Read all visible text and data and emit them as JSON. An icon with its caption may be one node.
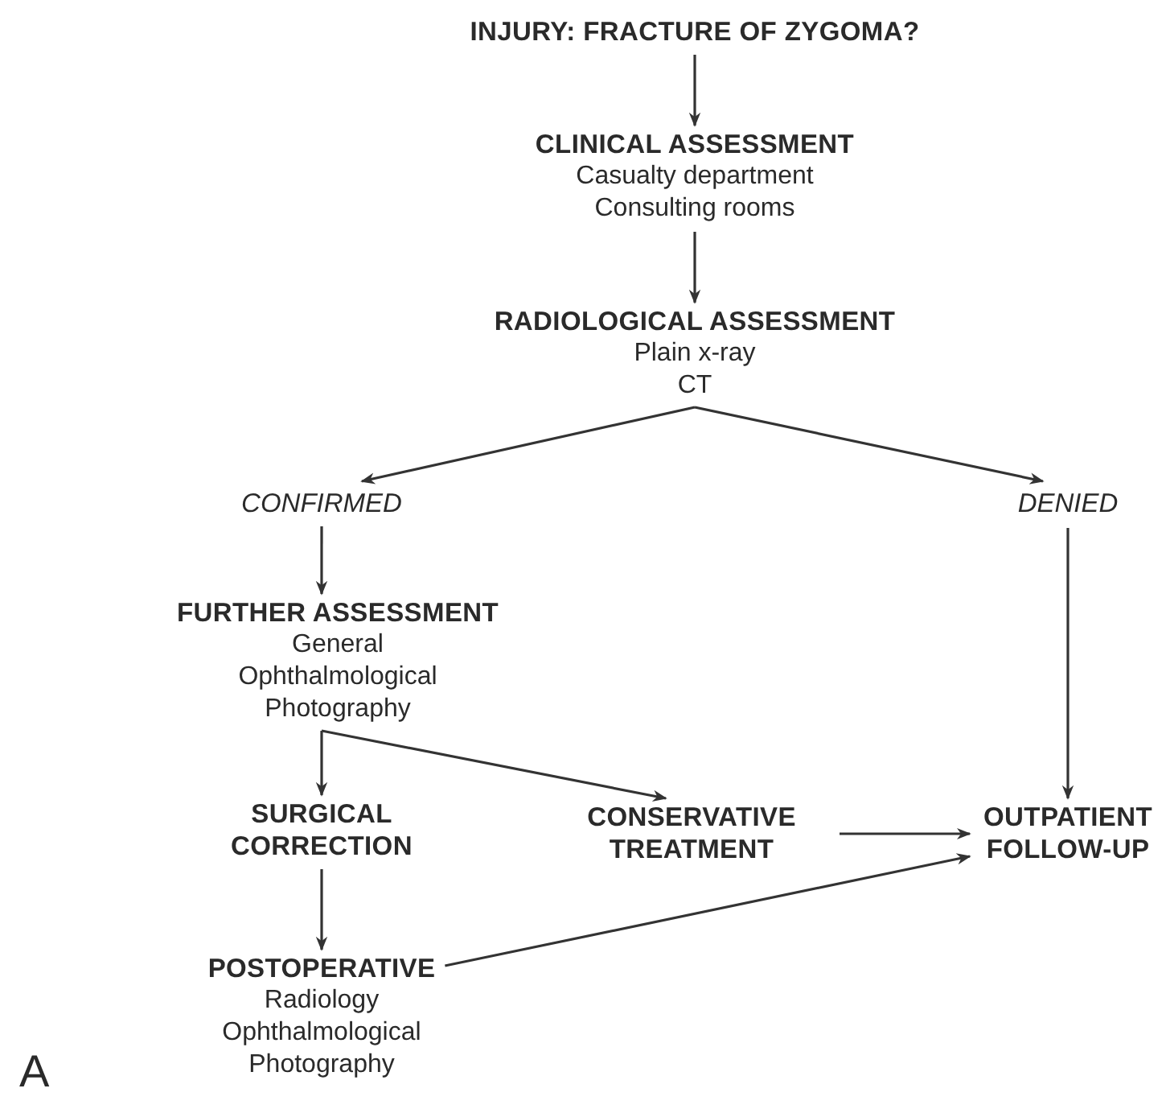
{
  "diagram": {
    "nodes": [
      {
        "text": [
          "INJURY: FRACTURE OF ZYGOMA?"
        ]
      },
      {
        "text": [
          "CLINICAL ASSESSMENT",
          "Casualty department",
          "Consulting rooms"
        ]
      },
      {
        "text": [
          "RADIOLOGICAL ASSESSMENT",
          "Plain x-ray",
          "CT"
        ]
      },
      {
        "text": [
          "CONFIRMED"
        ]
      },
      {
        "text": [
          "DENIED"
        ]
      },
      {
        "text": [
          "FURTHER ASSESSMENT",
          "General",
          "Ophthalmological",
          "Photography"
        ]
      },
      {
        "text": [
          "SURGICAL CORRECTION"
        ]
      },
      {
        "text": [
          "CONSERVATIVE TREATMENT"
        ]
      },
      {
        "text": [
          "OUTPATIENT FOLLOW-UP"
        ]
      },
      {
        "text": [
          "POSTOPERATIVE",
          "Radiology",
          "Ophthalmological",
          "Photography"
        ]
      }
    ],
    "edges": [
      {
        "from": 0,
        "to": 1,
        "arrow": "to"
      },
      {
        "from": 1,
        "to": 2,
        "arrow": "to"
      },
      {
        "from": 2,
        "to": 3,
        "arrow": "to"
      },
      {
        "from": 2,
        "to": 4,
        "arrow": "to"
      },
      {
        "from": 3,
        "to": 5,
        "arrow": "to"
      },
      {
        "from": 4,
        "to": 8,
        "arrow": "to"
      },
      {
        "from": 5,
        "to": 6,
        "arrow": "to"
      },
      {
        "from": 5,
        "to": 7,
        "arrow": "to"
      },
      {
        "from": 6,
        "to": 9,
        "arrow": "to"
      },
      {
        "from": 7,
        "to": 8,
        "arrow": "to"
      },
      {
        "from": 9,
        "to": 8,
        "arrow": "to"
      }
    ],
    "labels": [
      "A"
    ]
  }
}
